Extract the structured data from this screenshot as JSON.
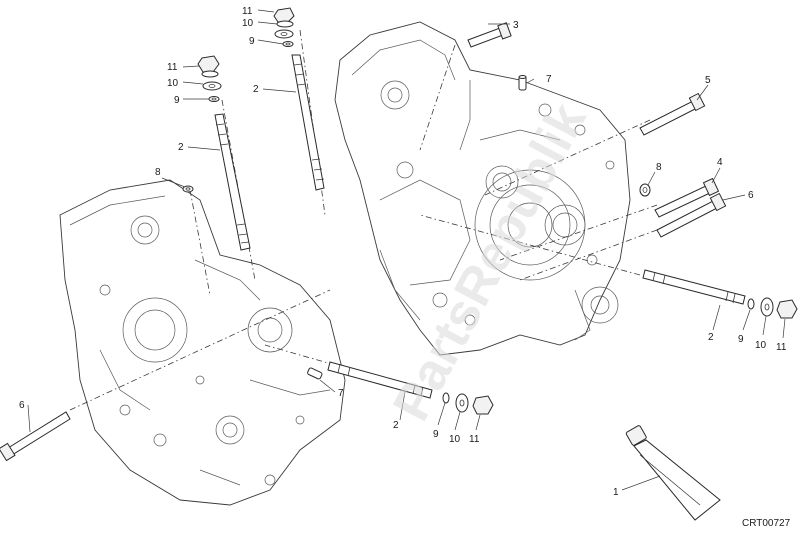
{
  "watermark": "PartsRepublik",
  "drawing_code": "CRT00727",
  "callouts": [
    {
      "id": "c11a",
      "text": "11"
    },
    {
      "id": "c10a",
      "text": "10"
    },
    {
      "id": "c9a",
      "text": "9"
    },
    {
      "id": "c3",
      "text": "3"
    },
    {
      "id": "c11b",
      "text": "11"
    },
    {
      "id": "c10b",
      "text": "10"
    },
    {
      "id": "c9b",
      "text": "9"
    },
    {
      "id": "c2a",
      "text": "2"
    },
    {
      "id": "c2b",
      "text": "2"
    },
    {
      "id": "c7a",
      "text": "7"
    },
    {
      "id": "c5",
      "text": "5"
    },
    {
      "id": "c8a",
      "text": "8"
    },
    {
      "id": "c8b",
      "text": "8"
    },
    {
      "id": "c4",
      "text": "4"
    },
    {
      "id": "c6a",
      "text": "6"
    },
    {
      "id": "c2c",
      "text": "2"
    },
    {
      "id": "c9c",
      "text": "9"
    },
    {
      "id": "c10c",
      "text": "10"
    },
    {
      "id": "c11c",
      "text": "11"
    },
    {
      "id": "c7b",
      "text": "7"
    },
    {
      "id": "c2d",
      "text": "2"
    },
    {
      "id": "c9d",
      "text": "9"
    },
    {
      "id": "c10d",
      "text": "10"
    },
    {
      "id": "c11d",
      "text": "11"
    },
    {
      "id": "c6b",
      "text": "6"
    },
    {
      "id": "c1",
      "text": "1"
    }
  ]
}
